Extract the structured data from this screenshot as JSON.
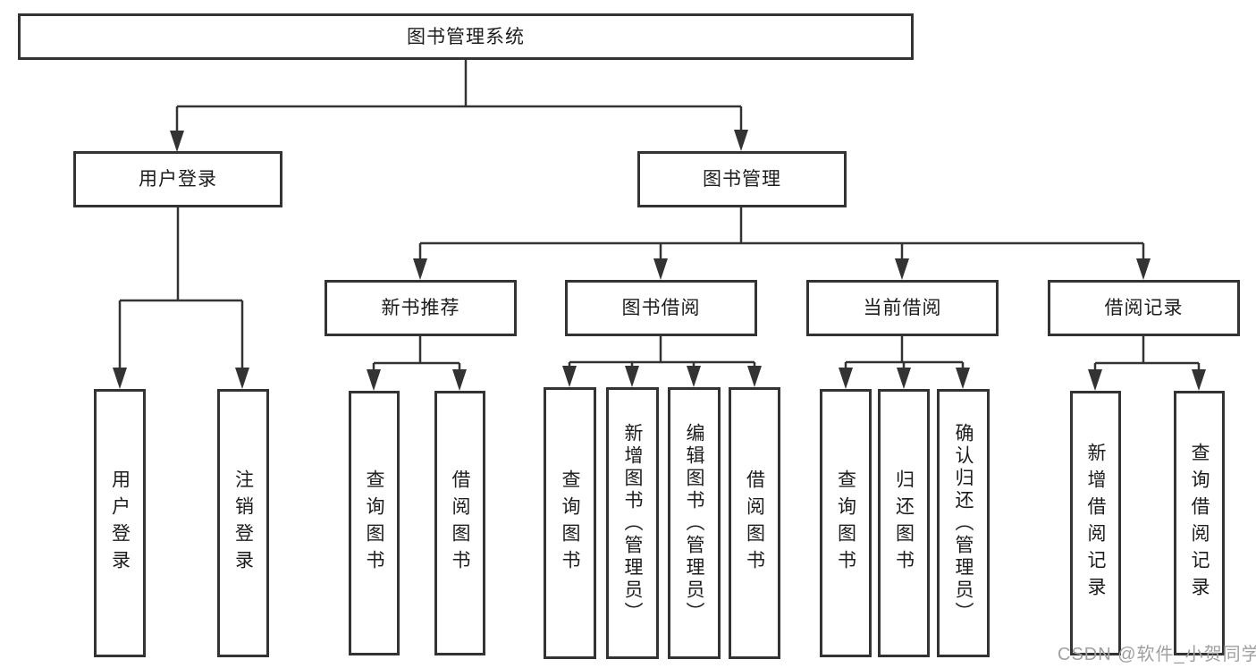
{
  "diagram": {
    "type": "hierarchy-tree",
    "title": "图书管理系统"
  },
  "colors": {
    "line": "#333333",
    "box_border": "#333333",
    "box_fill": "#ffffff",
    "text": "#1c1c1c",
    "watermark": "#a0a0a0",
    "background": "#ffffff"
  },
  "tree": {
    "root": {
      "label": "图书管理系统",
      "children": [
        {
          "label": "用户登录",
          "children": [
            {
              "label": "用户登录"
            },
            {
              "label": "注销登录"
            }
          ]
        },
        {
          "label": "图书管理",
          "children": [
            {
              "label": "新书推荐",
              "children": [
                {
                  "label": "查询图书"
                },
                {
                  "label": "借阅图书"
                }
              ]
            },
            {
              "label": "图书借阅",
              "children": [
                {
                  "label": "查询图书"
                },
                {
                  "label": "新增图书（管理员）"
                },
                {
                  "label": "编辑图书（管理员）"
                },
                {
                  "label": "借阅图书"
                }
              ]
            },
            {
              "label": "当前借阅",
              "children": [
                {
                  "label": "查询图书"
                },
                {
                  "label": "归还图书"
                },
                {
                  "label": "确认归还（管理员）"
                }
              ]
            },
            {
              "label": "借阅记录",
              "children": [
                {
                  "label": "新增借阅记录"
                },
                {
                  "label": "查询借阅记录"
                }
              ]
            }
          ]
        }
      ]
    }
  },
  "watermark": {
    "text": "CSDN @软件_小贺同学"
  }
}
